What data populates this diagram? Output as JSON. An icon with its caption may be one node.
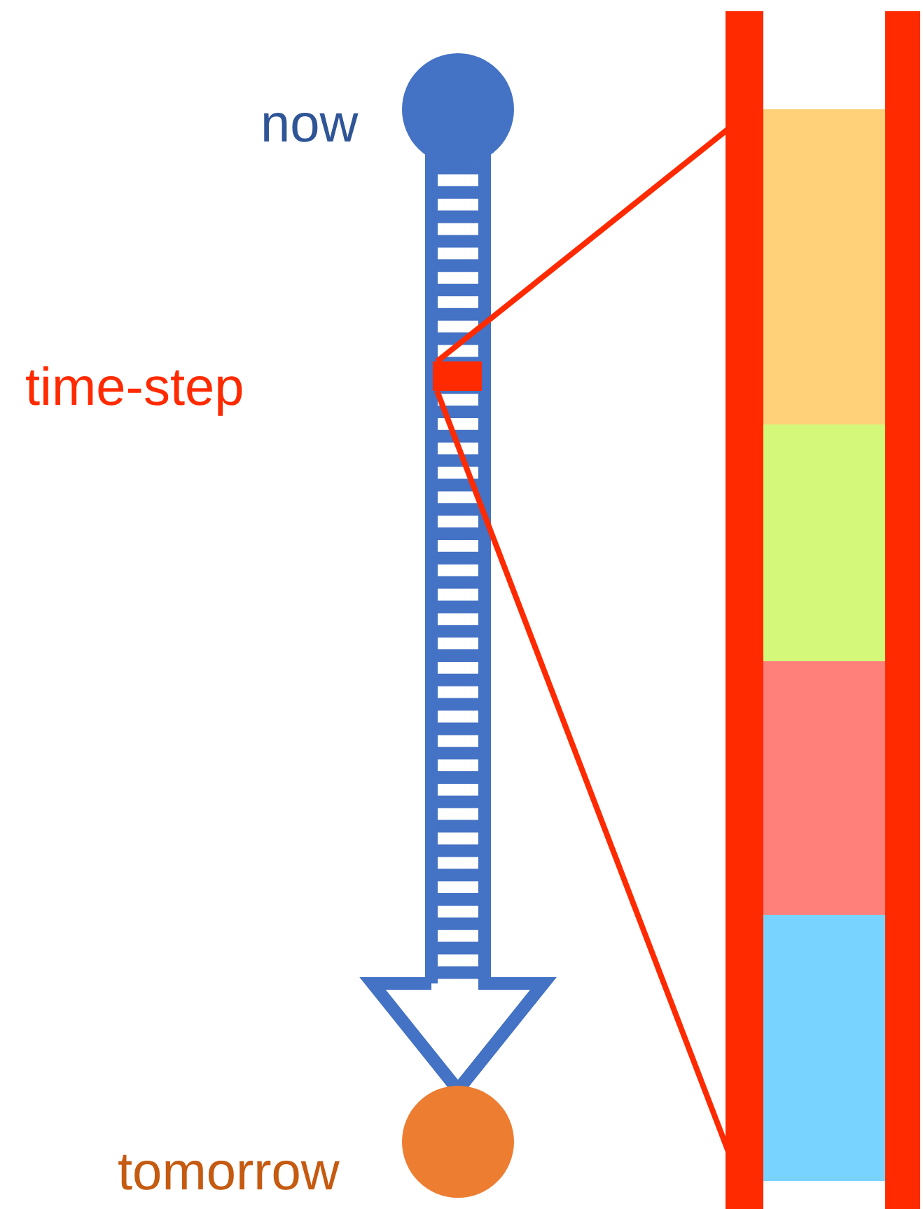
{
  "diagram": {
    "nodes": [
      {
        "text": [],
        "shape": "circle",
        "beside": [
          "now"
        ]
      },
      {
        "text": [],
        "shape": "box",
        "beside": [
          "time-step"
        ]
      },
      {
        "text": [],
        "shape": "circle",
        "beside": [
          "tomorrow"
        ]
      },
      {
        "text": [],
        "shape": "bar"
      },
      {
        "text": [],
        "shape": "box",
        "in": 3
      },
      {
        "text": [],
        "shape": "box",
        "in": 3
      },
      {
        "text": [],
        "shape": "box",
        "in": 3
      },
      {
        "text": [],
        "shape": "box",
        "in": 3
      }
    ],
    "edges": [
      {
        "from": 0,
        "to": 2,
        "arrow": "to",
        "style": "thick",
        "color": "#4472c4"
      },
      {
        "from": 1,
        "to": 3,
        "arrow": "none"
      },
      {
        "from": 1,
        "to": 3,
        "arrow": "none"
      }
    ]
  }
}
